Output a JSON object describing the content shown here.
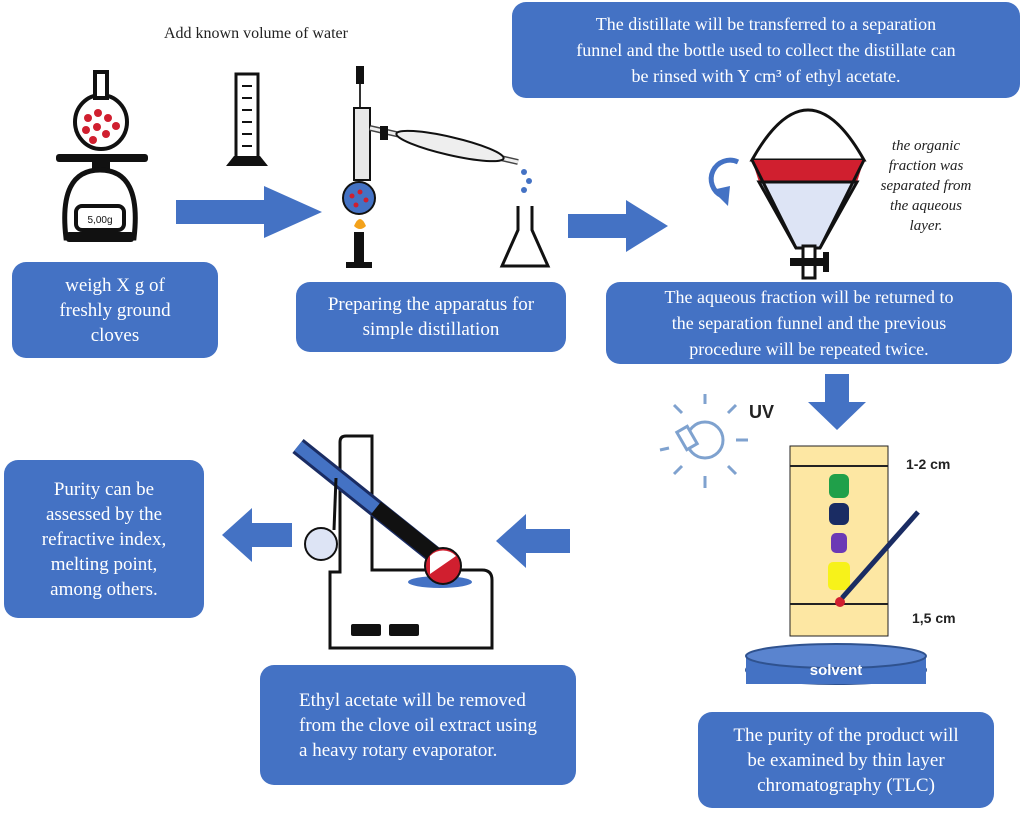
{
  "water_note": "Add known volume of water",
  "scale_reading": "5,00g",
  "steps": {
    "weigh": "weigh X g of\nfreshly ground\ncloves",
    "prepare": "Preparing the apparatus for\nsimple distillation",
    "transfer": "The distillate will be transferred to a separation\nfunnel and the bottle used to collect the distillate can\nbe rinsed with Y cm³ of ethyl acetate.",
    "organic_note": "the organic\nfraction was\nseparated  from\nthe aqueous\nlayer.",
    "return": "The aqueous fraction will be returned to\nthe separation funnel and the previous\nprocedure will be repeated twice.",
    "tlc": "The purity of the product will\nbe examined by thin layer\nchromatography (TLC)",
    "evaporate": "Ethyl acetate will be removed\nfrom the clove oil extract using\na heavy rotary evaporator.",
    "purity": "Purity can be\nassessed by the\nrefractive index,\nmelting point,\namong others."
  },
  "tlc_labels": {
    "uv": "UV",
    "top": "1-2 cm",
    "bottom": "1,5 cm",
    "solvent": "solvent"
  },
  "colors": {
    "box": "#4472c4",
    "arrow": "#4472c4",
    "plate": "#fde7a3",
    "red": "#d01f2f"
  }
}
